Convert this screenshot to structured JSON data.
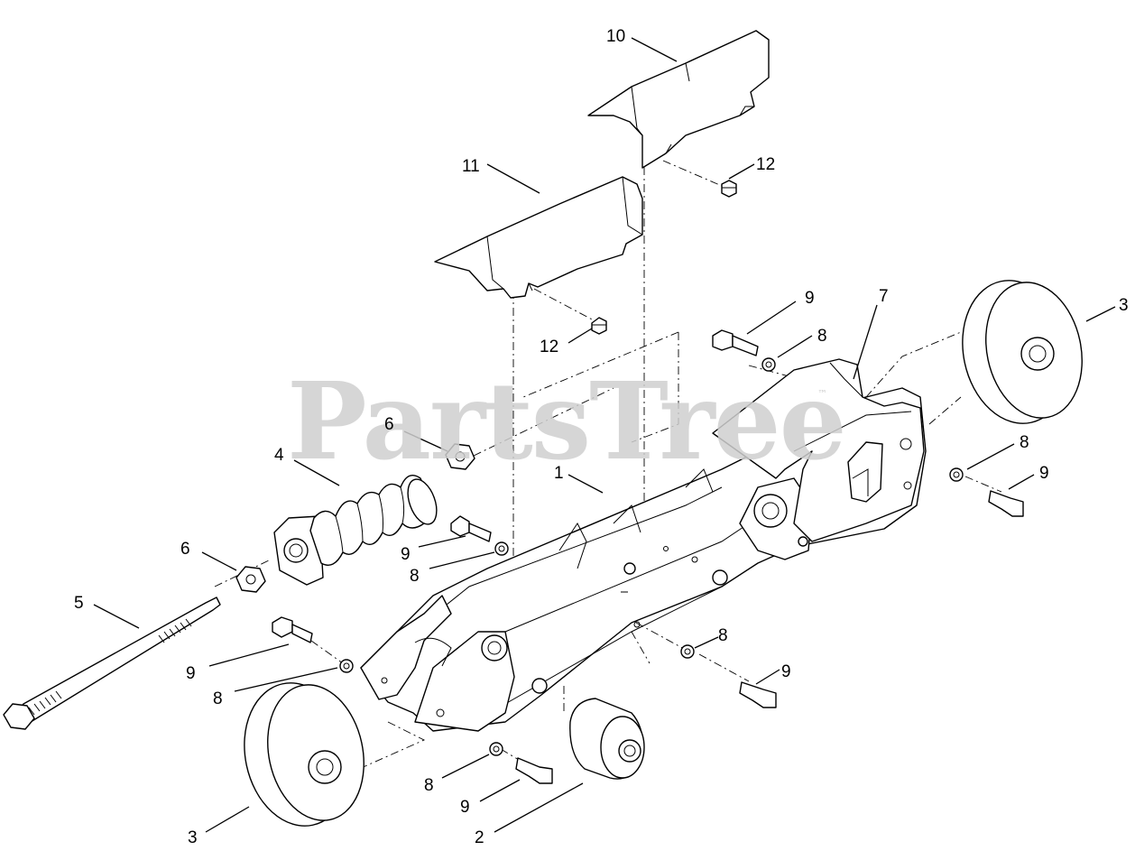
{
  "watermark": {
    "text": "PartsTree",
    "trademark": "™"
  },
  "callouts": [
    {
      "id": "c10",
      "label": "10"
    },
    {
      "id": "c11",
      "label": "11"
    },
    {
      "id": "c12a",
      "label": "12"
    },
    {
      "id": "c12b",
      "label": "12"
    },
    {
      "id": "c9a",
      "label": "9"
    },
    {
      "id": "c8a",
      "label": "8"
    },
    {
      "id": "c7",
      "label": "7"
    },
    {
      "id": "c3a",
      "label": "3"
    },
    {
      "id": "c6a",
      "label": "6"
    },
    {
      "id": "c4",
      "label": "4"
    },
    {
      "id": "c1",
      "label": "1"
    },
    {
      "id": "c8b",
      "label": "8"
    },
    {
      "id": "c9b",
      "label": "9"
    },
    {
      "id": "c6b",
      "label": "6"
    },
    {
      "id": "c9c",
      "label": "9"
    },
    {
      "id": "c8c",
      "label": "8"
    },
    {
      "id": "c5",
      "label": "5"
    },
    {
      "id": "c9d",
      "label": "9"
    },
    {
      "id": "c8d",
      "label": "8"
    },
    {
      "id": "c8e",
      "label": "8"
    },
    {
      "id": "c9e",
      "label": "9"
    },
    {
      "id": "c8f",
      "label": "8"
    },
    {
      "id": "c9f",
      "label": "9"
    },
    {
      "id": "c3b",
      "label": "3"
    },
    {
      "id": "c2",
      "label": "2"
    }
  ]
}
